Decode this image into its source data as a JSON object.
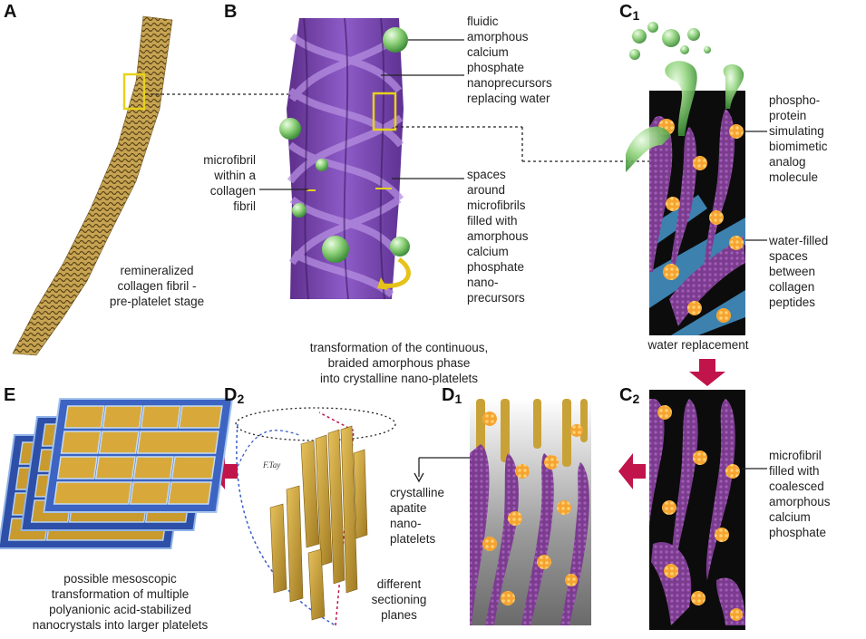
{
  "panels": {
    "A": {
      "letter": "A",
      "label": "remineralized\ncollagen fibril -\npre-platelet stage"
    },
    "B": {
      "letter": "B",
      "label_microfibril": "microfibril\nwithin a\ncollagen\nfibril",
      "label_fluidic": "fluidic\namorphous\ncalcium\nphosphate\nnanoprecursors\nreplacing water",
      "label_spaces": "spaces\naround\nmicrofibrils\nfilled with\namorphous\ncalcium\nphosphate\nnano-\nprecursors"
    },
    "C1": {
      "letter": "C",
      "sub": "1",
      "label_phospho": "phospho-\nprotein\nsimulating\nbiomimetic\nanalog\nmolecule",
      "label_water": "water-filled\nspaces\nbetween\ncollagen\npeptides",
      "caption": "water replacement"
    },
    "C2": {
      "letter": "C",
      "sub": "2",
      "label": "microfibril\nfilled with\ncoalesced\namorphous\ncalcium\nphosphate"
    },
    "D1": {
      "letter": "D",
      "sub": "1"
    },
    "D2": {
      "letter": "D",
      "sub": "2",
      "label_apatite": "crystalline\napatite\nnano-\nplatelets",
      "label_planes": "different\nsectioning\nplanes",
      "inset_text": "F.Tay"
    },
    "E": {
      "letter": "E",
      "label": "possible mesoscopic\ntransformation of multiple\npolyanionic acid-stabilized\nnanocrystals into larger platelets"
    },
    "transformation": "transformation of the continuous,\nbraided amorphous phase\ninto crystalline nano-platelets"
  },
  "colors": {
    "arrow": "#c0144a",
    "fibril_gold": "#b8963a",
    "fibril_purple": "#7a3fa8",
    "water_blue": "#4a9fd8",
    "crystal_orange": "#f29a2e",
    "sphere_green": "#5cb85c",
    "highlight_yellow": "#e6d21a"
  }
}
